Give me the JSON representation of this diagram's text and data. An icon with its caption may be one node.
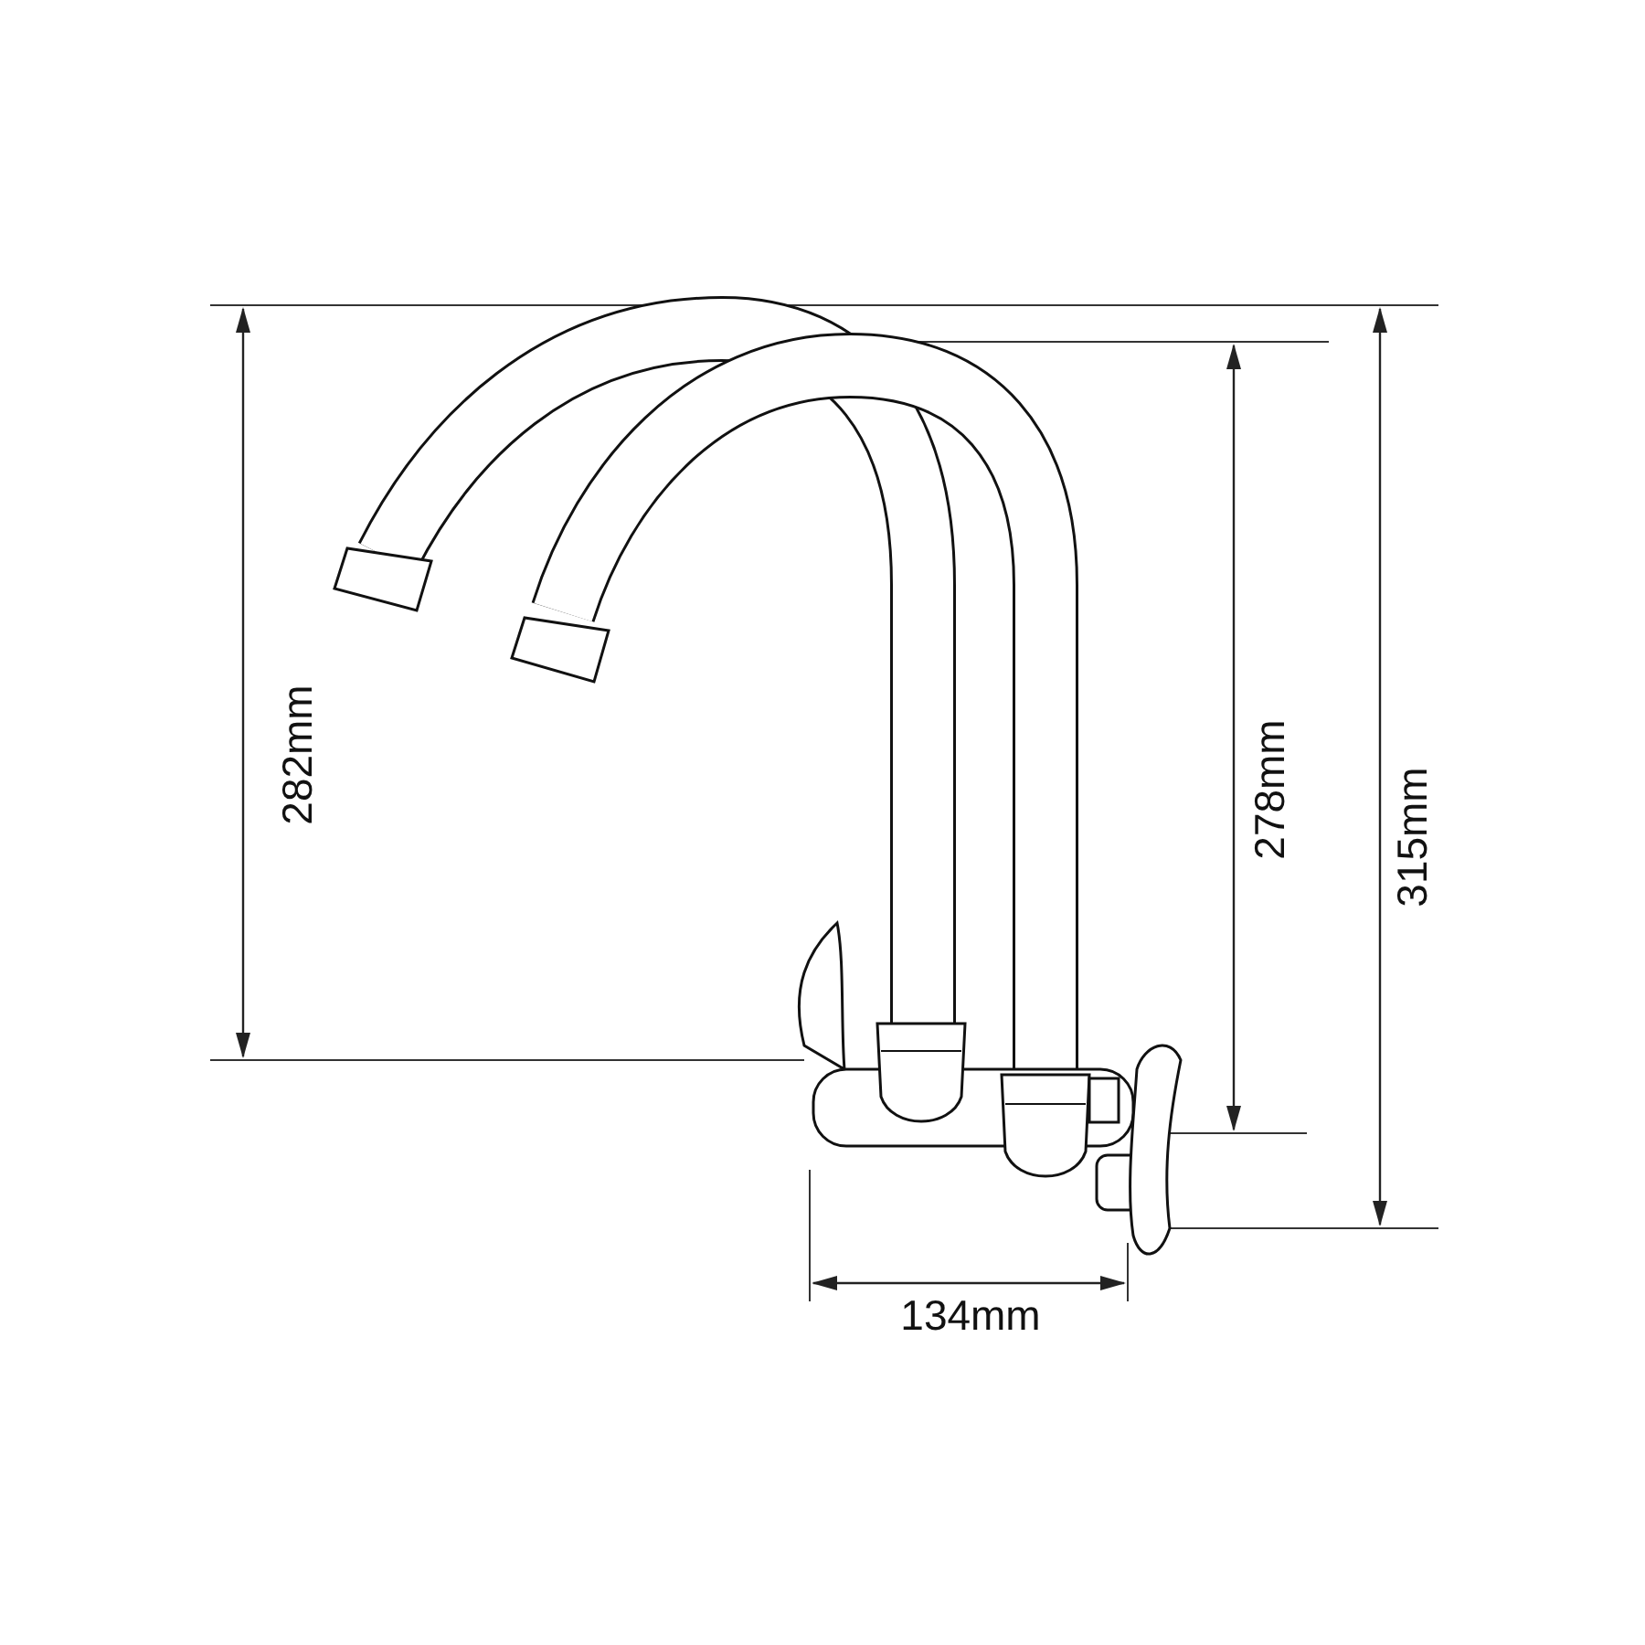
{
  "diagram": {
    "labels": [
      "282mm",
      "278mm",
      "315mm",
      "134mm"
    ]
  }
}
